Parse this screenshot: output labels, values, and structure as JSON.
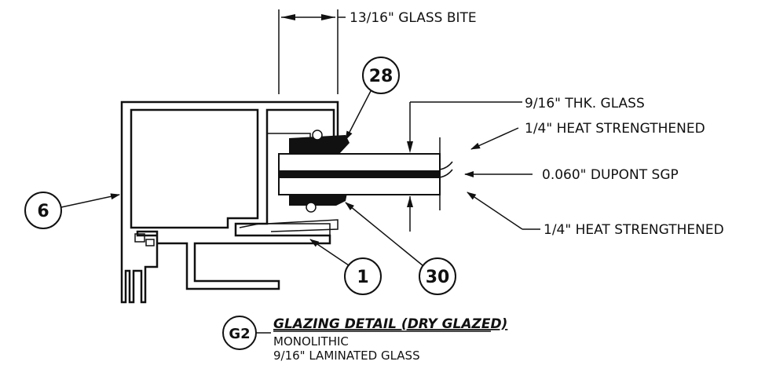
{
  "dimensions": {
    "glass_bite": "13/16\" GLASS BITE",
    "glass_thickness": "9/16\" THK. GLASS",
    "outer_lite": "1/4\" HEAT STRENGTHENED",
    "interlayer": "0.060\" DUPONT SGP",
    "inner_lite": "1/4\" HEAT STRENGTHENED"
  },
  "tags": {
    "tag_28": "28",
    "tag_6": "6",
    "tag_1": "1",
    "tag_30": "30"
  },
  "detail": {
    "id": "G2",
    "title": "GLAZING DETAIL (DRY GLAZED)",
    "line1": "MONOLITHIC",
    "line2": "9/16\" LAMINATED GLASS"
  }
}
